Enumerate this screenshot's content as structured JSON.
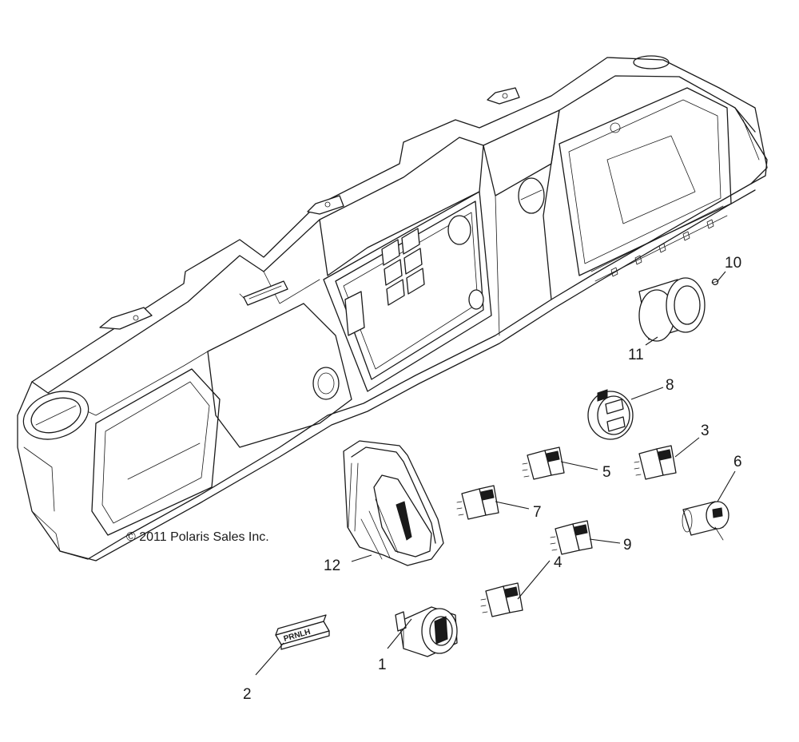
{
  "copyright": "© 2011 Polaris Sales Inc.",
  "callouts": {
    "c1": "1",
    "c2": "2",
    "c3": "3",
    "c4": "4",
    "c5": "5",
    "c6": "6",
    "c7": "7",
    "c8": "8",
    "c9": "9",
    "c10": "10",
    "c11": "11",
    "c12": "12"
  },
  "gear_label": "PRNLH"
}
